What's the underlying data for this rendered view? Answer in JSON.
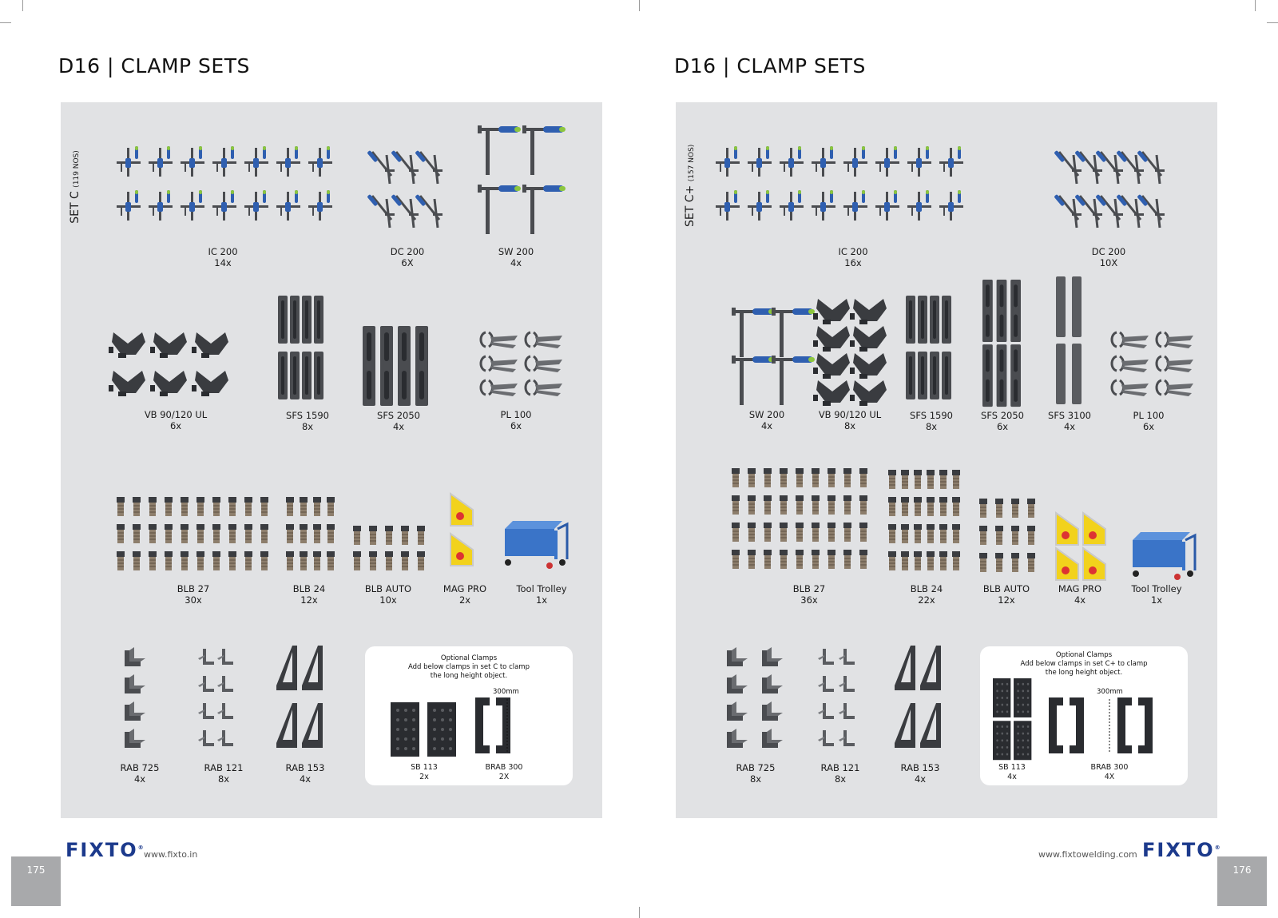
{
  "colors": {
    "panel": "#e1e2e4",
    "metal": "#4a4c50",
    "handle_blue": "#2f5fb0",
    "handle_green": "#8cc63f",
    "brand": "#1c3a8c",
    "trolley": "#3a74c8",
    "magnet": "#f2d21c"
  },
  "left_page": {
    "title": "D16 | CLAMP SETS",
    "set_name": "SET C",
    "set_count": "(119 NOS)",
    "items": [
      {
        "name": "IC 200",
        "qty": "14x",
        "icon": "clamp-icon"
      },
      {
        "name": "DC 200",
        "qty": "6X",
        "icon": "diagonal-clamp-icon"
      },
      {
        "name": "SW 200",
        "qty": "4x",
        "icon": "screw-clamp-icon"
      },
      {
        "name": "VB 90/120 UL",
        "qty": "6x",
        "icon": "v-block-icon"
      },
      {
        "name": "SFS 1590",
        "qty": "8x",
        "icon": "stop-plate-icon"
      },
      {
        "name": "SFS 2050",
        "qty": "4x",
        "icon": "stop-plate-icon"
      },
      {
        "name": "PL 100",
        "qty": "6x",
        "icon": "locking-plier-icon"
      },
      {
        "name": "BLB 27",
        "qty": "30x",
        "icon": "bolt-icon"
      },
      {
        "name": "BLB 24",
        "qty": "12x",
        "icon": "bolt-icon"
      },
      {
        "name": "BLB AUTO",
        "qty": "10x",
        "icon": "bolt-icon"
      },
      {
        "name": "MAG PRO",
        "qty": "2x",
        "icon": "magnet-icon"
      },
      {
        "name": "Tool Trolley",
        "qty": "1x",
        "icon": "trolley-icon"
      },
      {
        "name": "RAB 725",
        "qty": "4x",
        "icon": "angle-bracket-icon"
      },
      {
        "name": "RAB 121",
        "qty": "8x",
        "icon": "angle-bracket-icon"
      },
      {
        "name": "RAB 153",
        "qty": "4x",
        "icon": "triangle-bracket-icon"
      }
    ],
    "optional": {
      "title": "Optional Clamps",
      "line1": "Add below clamps in set C to clamp",
      "line2": "the long height object.",
      "dimension": "300mm",
      "items": [
        {
          "name": "SB 113",
          "qty": "2x",
          "icon": "square-block-icon"
        },
        {
          "name": "BRAB 300",
          "qty": "2X",
          "icon": "bracket-icon"
        }
      ]
    },
    "logo": "FIXTO",
    "url": "www.fixto.in",
    "page_number": "175"
  },
  "right_page": {
    "title": "D16 | CLAMP SETS",
    "set_name": "SET C+",
    "set_count": "(157 NOS)",
    "items": [
      {
        "name": "IC 200",
        "qty": "16x",
        "icon": "clamp-icon"
      },
      {
        "name": "DC 200",
        "qty": "10X",
        "icon": "diagonal-clamp-icon"
      },
      {
        "name": "SW 200",
        "qty": "4x",
        "icon": "screw-clamp-icon"
      },
      {
        "name": "VB 90/120 UL",
        "qty": "8x",
        "icon": "v-block-icon"
      },
      {
        "name": "SFS 1590",
        "qty": "8x",
        "icon": "stop-plate-icon"
      },
      {
        "name": "SFS 2050",
        "qty": "6x",
        "icon": "stop-plate-icon"
      },
      {
        "name": "SFS 3100",
        "qty": "4x",
        "icon": "stop-plate-icon"
      },
      {
        "name": "PL 100",
        "qty": "6x",
        "icon": "locking-plier-icon"
      },
      {
        "name": "BLB 27",
        "qty": "36x",
        "icon": "bolt-icon"
      },
      {
        "name": "BLB 24",
        "qty": "22x",
        "icon": "bolt-icon"
      },
      {
        "name": "BLB AUTO",
        "qty": "12x",
        "icon": "bolt-icon"
      },
      {
        "name": "MAG PRO",
        "qty": "4x",
        "icon": "magnet-icon"
      },
      {
        "name": "Tool Trolley",
        "qty": "1x",
        "icon": "trolley-icon"
      },
      {
        "name": "RAB 725",
        "qty": "8x",
        "icon": "angle-bracket-icon"
      },
      {
        "name": "RAB 121",
        "qty": "8x",
        "icon": "angle-bracket-icon"
      },
      {
        "name": "RAB 153",
        "qty": "4x",
        "icon": "triangle-bracket-icon"
      }
    ],
    "optional": {
      "title": "Optional Clamps",
      "line1": "Add below clamps in set C+ to clamp",
      "line2": "the long height object.",
      "dimension": "300mm",
      "items": [
        {
          "name": "SB 113",
          "qty": "4x",
          "icon": "square-block-icon"
        },
        {
          "name": "BRAB 300",
          "qty": "4X",
          "icon": "bracket-icon"
        }
      ]
    },
    "logo": "FIXTO",
    "url": "www.fixtowelding.com",
    "page_number": "176"
  }
}
